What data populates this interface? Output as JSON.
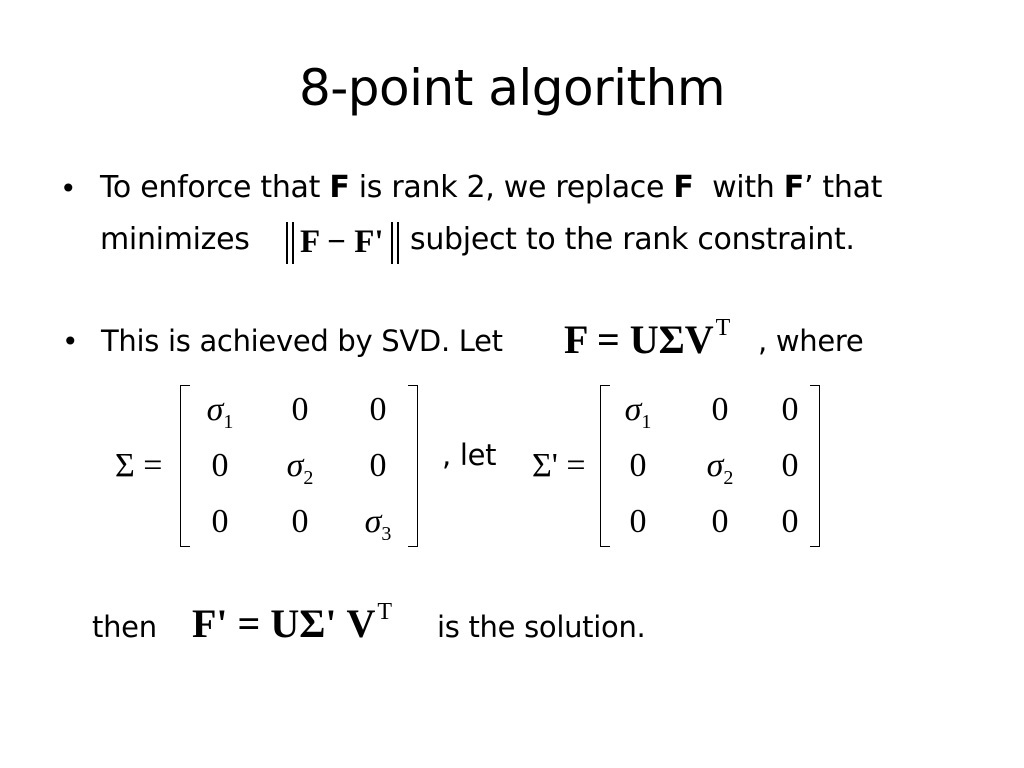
{
  "slide": {
    "title": "8-point algorithm",
    "bullet_char": "•",
    "bullet1": {
      "line1": {
        "p1": "To enforce that ",
        "b1": "F",
        "p2": " is rank 2, we replace ",
        "b2": "F",
        "p3": "  with ",
        "b3": "F",
        "p4": "’ that"
      },
      "line2": {
        "p1": "minimizes",
        "norm_expr": "F − F'",
        "p2": "subject to the rank constraint."
      }
    },
    "bullet2": {
      "p1": "This is achieved by SVD. Let",
      "expr": "F = UΣV",
      "sup": "T",
      "p2": ", where"
    },
    "sigma_eq": {
      "lhs": "Σ =",
      "rows": [
        [
          "σ",
          "1",
          "0",
          "",
          "0",
          ""
        ],
        [
          "0",
          "",
          "σ",
          "2",
          "0",
          ""
        ],
        [
          "0",
          "",
          "0",
          "",
          "σ",
          "3"
        ]
      ]
    },
    "let_text": ", let",
    "sigma_prime_eq": {
      "lhs": "Σ' =",
      "rows": [
        [
          "σ",
          "1",
          "0",
          "",
          "0",
          ""
        ],
        [
          "0",
          "",
          "σ",
          "2",
          "0",
          ""
        ],
        [
          "0",
          "",
          "0",
          "",
          "0",
          ""
        ]
      ]
    },
    "conclusion": {
      "p1": "then",
      "expr": "F' = UΣ' V",
      "sup": "T",
      "p2": "is the solution."
    }
  }
}
